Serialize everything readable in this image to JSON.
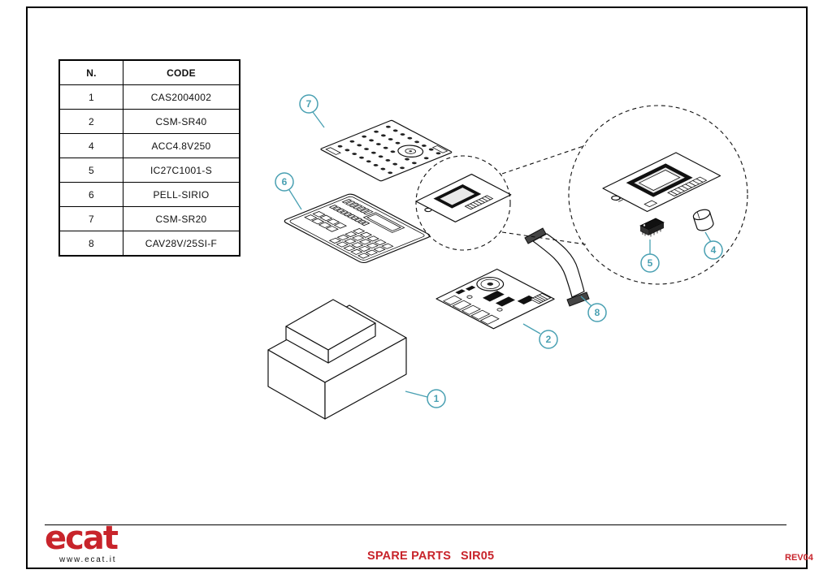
{
  "document": {
    "title": "SPARE PARTS",
    "model": "SIR05",
    "revision": "REV04"
  },
  "brand": {
    "logo_text": "ecat",
    "website": "www.ecat.it"
  },
  "colors": {
    "accent_red": "#c8242b",
    "callout_teal": "#49a0b2",
    "line_black": "#111111"
  },
  "parts_table": {
    "headers": {
      "n": "N.",
      "code": "CODE"
    },
    "rows": [
      {
        "n": "1",
        "code": "CAS2004002"
      },
      {
        "n": "2",
        "code": "CSM-SR40"
      },
      {
        "n": "4",
        "code": "ACC4.8V250"
      },
      {
        "n": "5",
        "code": "IC27C1001-S"
      },
      {
        "n": "6",
        "code": "PELL-SIRIO"
      },
      {
        "n": "7",
        "code": "CSM-SR20"
      },
      {
        "n": "8",
        "code": "CAV28V/25SI-F"
      }
    ]
  },
  "callouts": {
    "1": "1",
    "2": "2",
    "4": "4",
    "5": "5",
    "6": "6",
    "7": "7",
    "8": "8"
  }
}
